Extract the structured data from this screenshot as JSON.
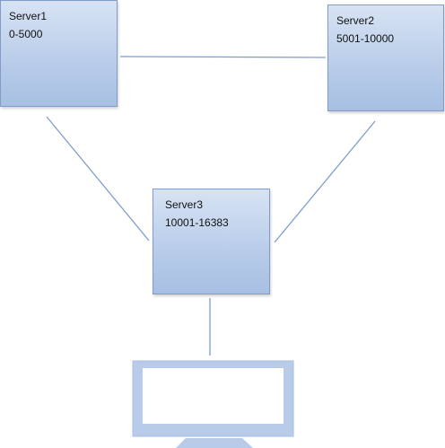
{
  "servers": [
    {
      "name": "Server1",
      "range": "0-5000"
    },
    {
      "name": "Server2",
      "range": "5001-10000"
    },
    {
      "name": "Server3",
      "range": "10001-16383"
    }
  ],
  "icons": {
    "client": "monitor-icon"
  },
  "colors": {
    "box_fill_top": "#d7e3f4",
    "box_fill_bottom": "#a7bfe2",
    "box_border": "#7f9ccb",
    "connector": "#7f9ccb",
    "monitor_frame": "#b8cce9"
  }
}
